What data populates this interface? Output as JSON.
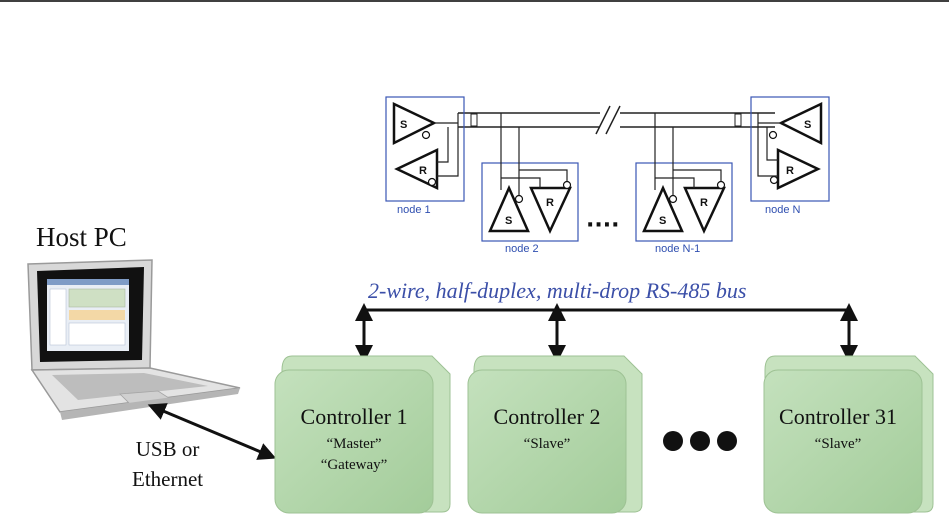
{
  "host": {
    "title": "Host PC",
    "connection_line1": "USB or",
    "connection_line2": "Ethernet"
  },
  "bus": {
    "label": "2-wire, half-duplex, multi-drop RS-485 bus"
  },
  "nodes": {
    "node1": "node 1",
    "node2": "node 2",
    "nodeN1": "node N-1",
    "nodeN": "node N",
    "ellipsis": "····",
    "send_letter": "S",
    "receive_letter": "R"
  },
  "controllers": [
    {
      "title": "Controller 1",
      "roles": [
        "“Master”",
        "“Gateway”"
      ]
    },
    {
      "title": "Controller 2",
      "roles": [
        "“Slave”"
      ]
    },
    {
      "title": "Controller 31",
      "roles": [
        "“Slave”"
      ]
    }
  ],
  "colors": {
    "controller_face": "#aed3a6",
    "controller_side": "#c7e2bf",
    "bus_label": "#3b4fa8",
    "node_box": "#3a56b5"
  }
}
